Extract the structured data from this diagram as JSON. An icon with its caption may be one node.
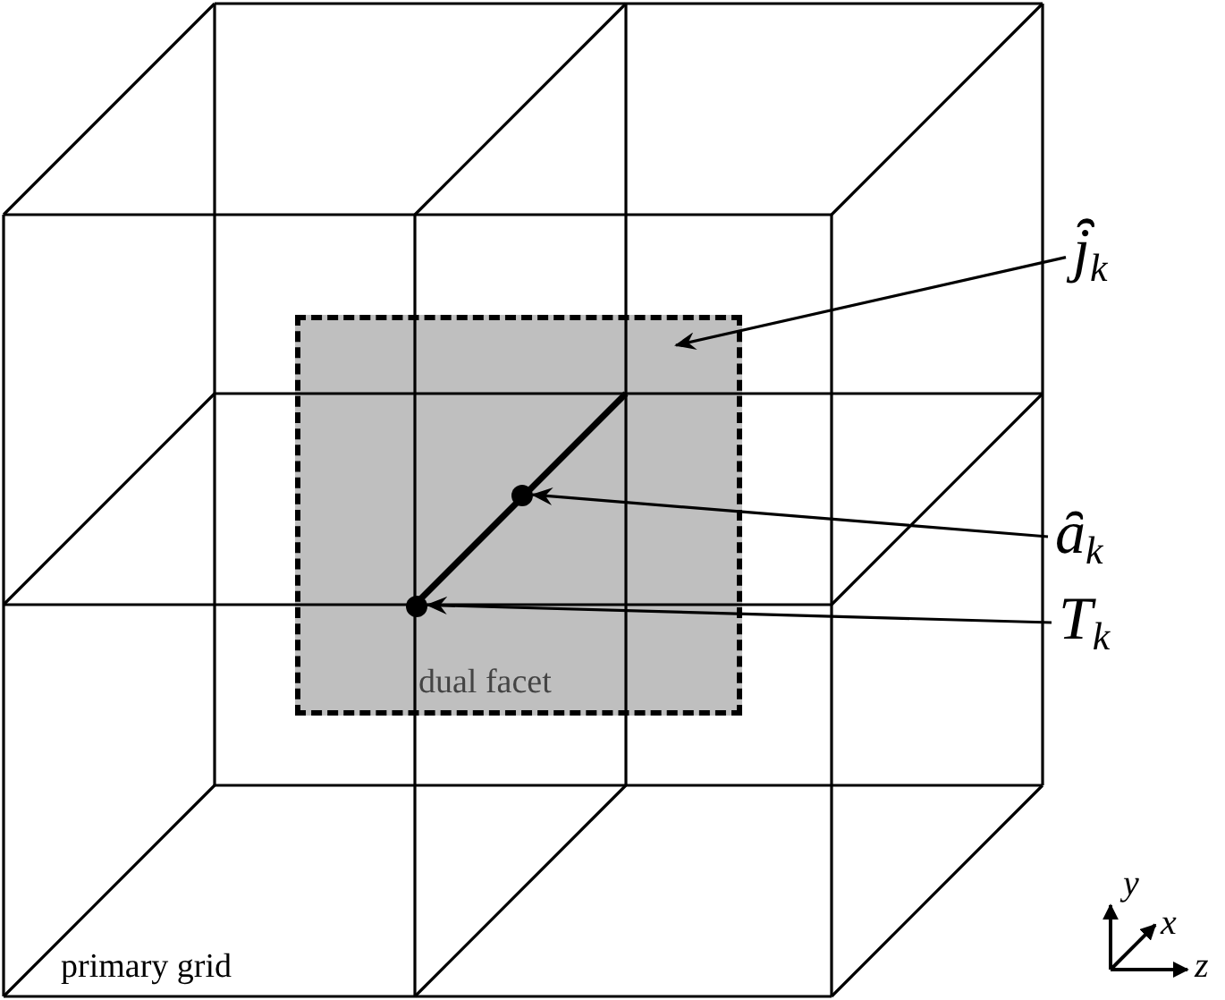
{
  "diagram": {
    "nodes": [
      {
        "text": [
          "dual facet"
        ]
      },
      {
        "text": [],
        "shape": "circle",
        "in": 0
      },
      {
        "text": [],
        "shape": "circle",
        "in": 0
      },
      {
        "text": [
          "j̑̑$_{k}$"
        ]
      },
      {
        "text": [
          "ȃ$_{k}$"
        ]
      },
      {
        "text": [
          "T$_{k}$"
        ]
      }
    ],
    "edges": [
      {
        "from": 3,
        "to": 0,
        "arrow": "to"
      },
      {
        "from": 4,
        "to": 1,
        "arrow": "to"
      },
      {
        "from": 5,
        "to": 2,
        "arrow": "to"
      }
    ],
    "labels": [
      "primary grid",
      "y",
      "x",
      "z"
    ]
  }
}
